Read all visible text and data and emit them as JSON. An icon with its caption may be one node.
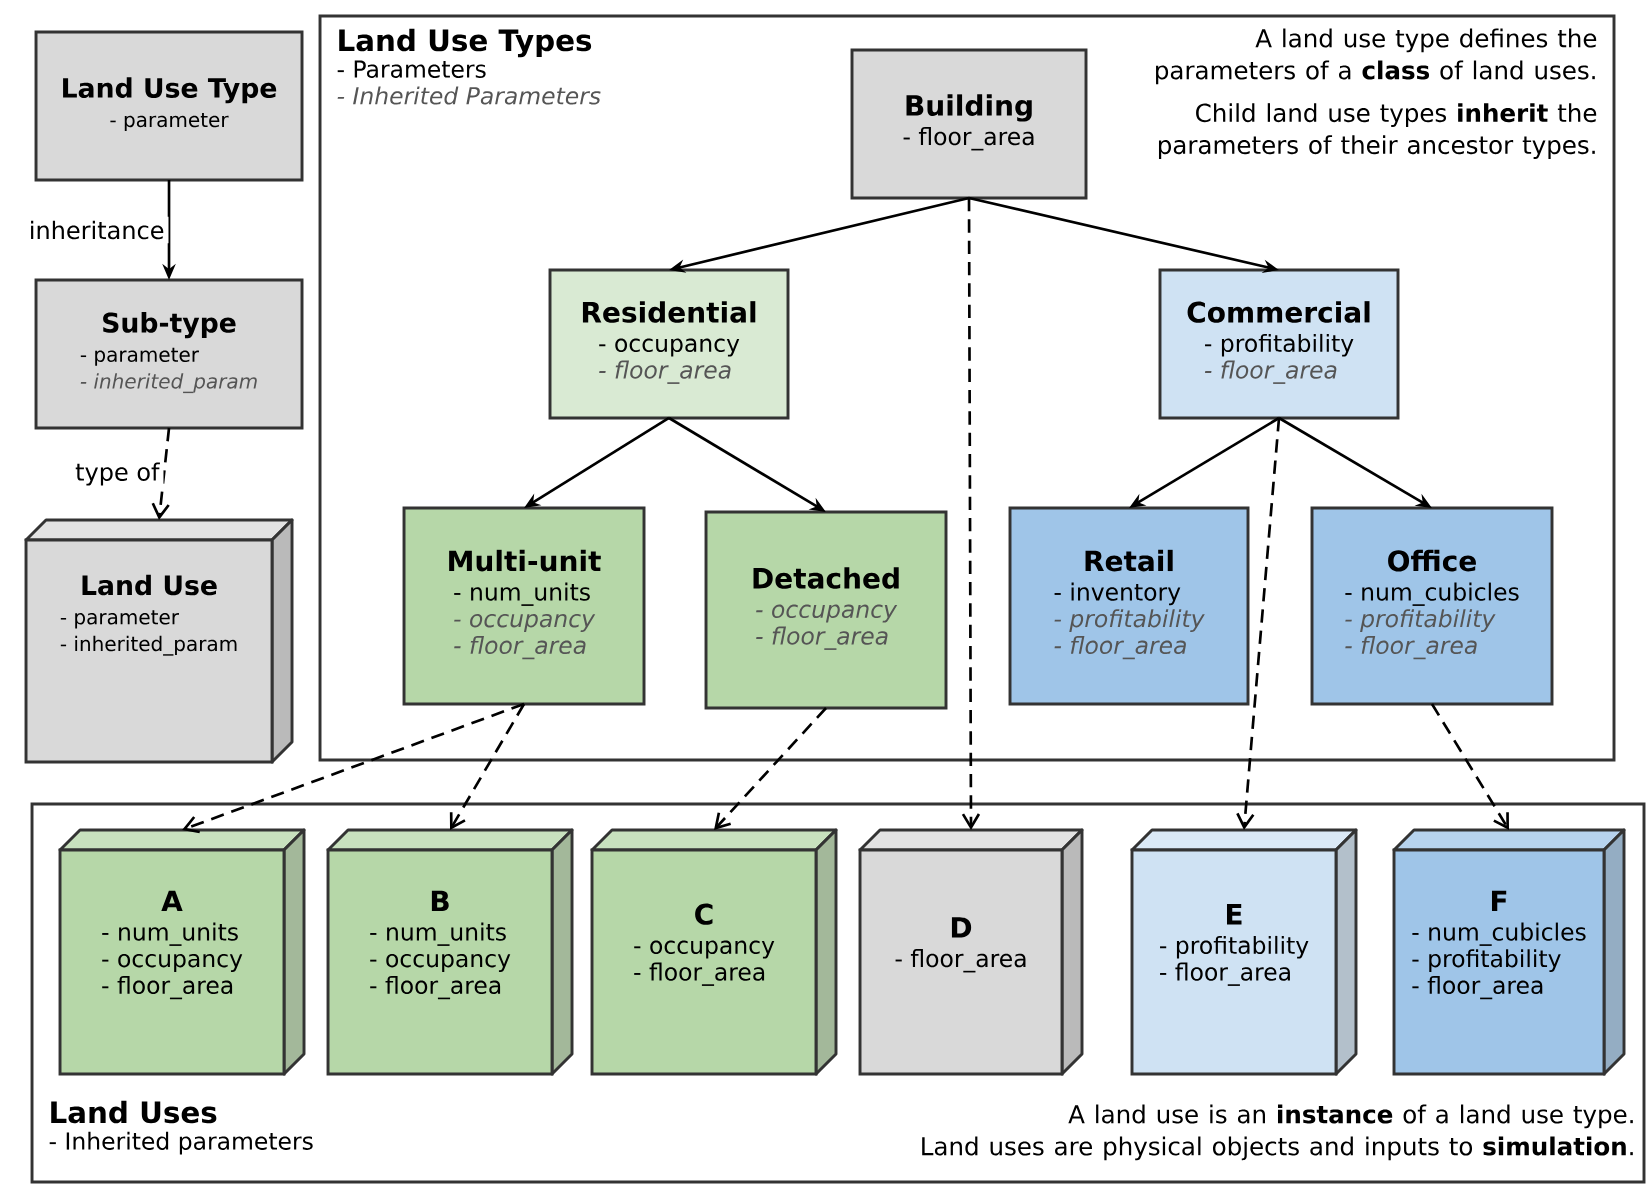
{
  "diagram": {
    "nodes": [
      {
        "text": [
          "Land Use Type",
          "- parameter"
        ]
      },
      {
        "text": [
          "Sub-type",
          "- parameter",
          "- inherited_param"
        ]
      },
      {
        "text": [
          "Land Use",
          "- parameter",
          "- inherited_param"
        ]
      },
      {
        "text": [
          "Land Use Types",
          "- Parameters",
          "- Inherited Parameters",
          "A land use type defines the parameters of a **class** of land uses.",
          "Child land use types **inherit** the parameters of their ancestor types."
        ]
      },
      {
        "text": [
          "Building",
          "- floor_area"
        ],
        "in": 3
      },
      {
        "text": [
          "Residential",
          "- occupancy",
          "- floor_area"
        ],
        "in": 3
      },
      {
        "text": [
          "Commercial",
          "- profitability",
          "- floor_area"
        ],
        "in": 3
      },
      {
        "text": [
          "Multi-unit",
          "- num_units",
          "- occupancy",
          "- floor_area"
        ],
        "in": 3
      },
      {
        "text": [
          "Detached",
          "- occupancy",
          "- floor_area"
        ],
        "in": 3
      },
      {
        "text": [
          "Retail",
          "- inventory",
          "- profitability",
          "- floor_area"
        ],
        "in": 3
      },
      {
        "text": [
          "Office",
          "- num_cubicles",
          "- profitability",
          "- floor_area"
        ],
        "in": 3
      },
      {
        "text": [
          "Land Uses",
          "- Inherited parameters",
          "A land use is an **instance** of a land use type.",
          "Land uses are physical objects and inputs to **simulation**."
        ]
      },
      {
        "text": [
          "A",
          "- num_units",
          "- occupancy",
          "- floor_area"
        ],
        "in": 11
      },
      {
        "text": [
          "B",
          "- num_units",
          "- occupancy",
          "- floor_area"
        ],
        "in": 11
      },
      {
        "text": [
          "C",
          "- occupancy",
          "- floor_area"
        ],
        "in": 11
      },
      {
        "text": [
          "D",
          "- floor_area"
        ],
        "in": 11
      },
      {
        "text": [
          "E",
          "- profitability",
          "- floor_area"
        ],
        "in": 11
      },
      {
        "text": [
          "F",
          "- num_cubicles",
          "- profitability",
          "- floor_area"
        ],
        "in": 11
      }
    ],
    "edges": [
      {
        "from": 0,
        "to": 1,
        "arrow": "to",
        "label": "inheritance"
      },
      {
        "from": 1,
        "to": 2,
        "arrow": "to",
        "label": "type of",
        "style": "dashed"
      },
      {
        "from": 4,
        "to": 5,
        "arrow": "to"
      },
      {
        "from": 4,
        "to": 6,
        "arrow": "to"
      },
      {
        "from": 5,
        "to": 7,
        "arrow": "to"
      },
      {
        "from": 5,
        "to": 8,
        "arrow": "to"
      },
      {
        "from": 6,
        "to": 9,
        "arrow": "to"
      },
      {
        "from": 6,
        "to": 10,
        "arrow": "to"
      },
      {
        "from": 7,
        "to": 12,
        "arrow": "to",
        "style": "dashed"
      },
      {
        "from": 7,
        "to": 13,
        "arrow": "to",
        "style": "dashed"
      },
      {
        "from": 8,
        "to": 14,
        "arrow": "to",
        "style": "dashed"
      },
      {
        "from": 4,
        "to": 15,
        "arrow": "to",
        "style": "dashed"
      },
      {
        "from": 6,
        "to": 16,
        "arrow": "to",
        "style": "dashed"
      },
      {
        "from": 10,
        "to": 17,
        "arrow": "to",
        "style": "dashed"
      }
    ]
  }
}
